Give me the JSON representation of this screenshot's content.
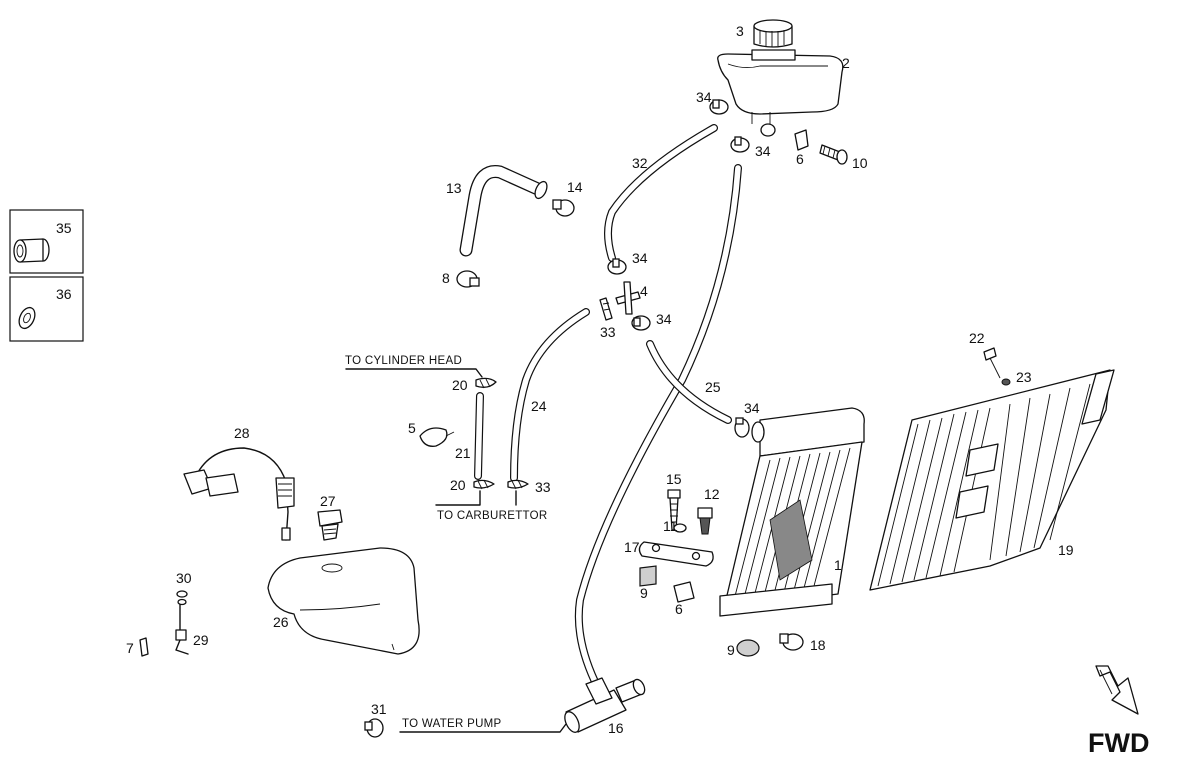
{
  "labels": {
    "to_cylinder_head": "TO CYLINDER HEAD",
    "to_carburettor": "TO CARBURETTOR",
    "to_water_pump": "TO WATER PUMP",
    "fwd": "FWD"
  },
  "part_numbers": {
    "p1": "1",
    "p2": "2",
    "p3": "3",
    "p4": "4",
    "p5": "5",
    "p6a": "6",
    "p6b": "6",
    "p7": "7",
    "p8": "8",
    "p9a": "9",
    "p9b": "9",
    "p10": "10",
    "p11": "11",
    "p12": "12",
    "p13": "13",
    "p14": "14",
    "p15": "15",
    "p16": "16",
    "p17": "17",
    "p18": "18",
    "p19": "19",
    "p20a": "20",
    "p20b": "20",
    "p21": "21",
    "p22": "22",
    "p23": "23",
    "p24": "24",
    "p25": "25",
    "p26": "26",
    "p27": "27",
    "p28": "28",
    "p29": "29",
    "p30": "30",
    "p31": "31",
    "p32": "32",
    "p33a": "33",
    "p33b": "33",
    "p34a": "34",
    "p34b": "34",
    "p34c": "34",
    "p34d": "34",
    "p34e": "34",
    "p35": "35",
    "p36": "36"
  }
}
